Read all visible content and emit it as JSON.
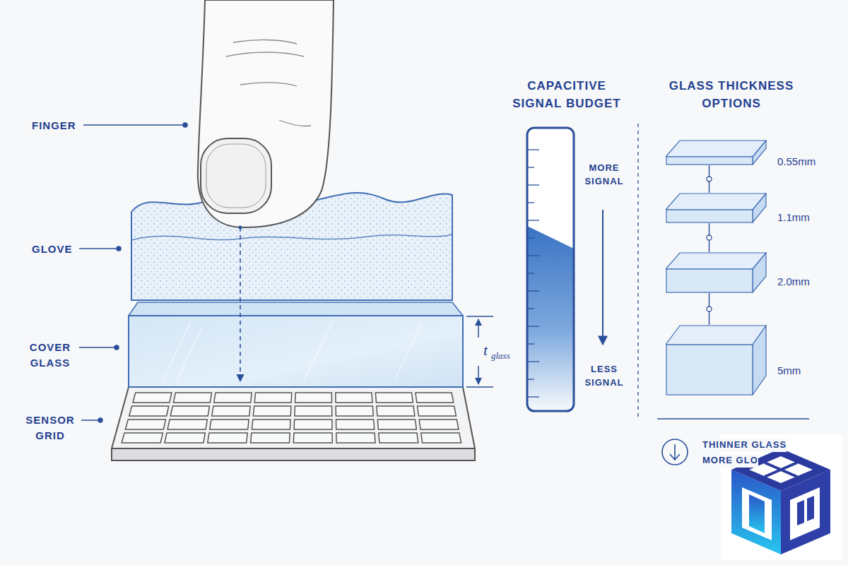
{
  "diagram": {
    "nodes": [
      {
        "text": [
          "0.55mm"
        ]
      },
      {
        "text": [
          "1.1mm"
        ]
      },
      {
        "text": [
          "2.0mm"
        ]
      },
      {
        "text": [
          "5mm"
        ]
      }
    ],
    "edges": [
      {
        "from": 0,
        "to": 1,
        "arrow": "none"
      },
      {
        "from": 1,
        "to": 2,
        "arrow": "none"
      },
      {
        "from": 2,
        "to": 3,
        "arrow": "none"
      }
    ],
    "labels": [
      "FINGER",
      "GLOVE",
      "COVER GLASS",
      "SENSOR GRID",
      "t",
      "glass",
      "CAPACITIVE SIGNAL BUDGET",
      "MORE SIGNAL",
      "LESS SIGNAL",
      "GLASS THICKNESS OPTIONS",
      "THINNER GLASS",
      "MORE GLO"
    ]
  }
}
